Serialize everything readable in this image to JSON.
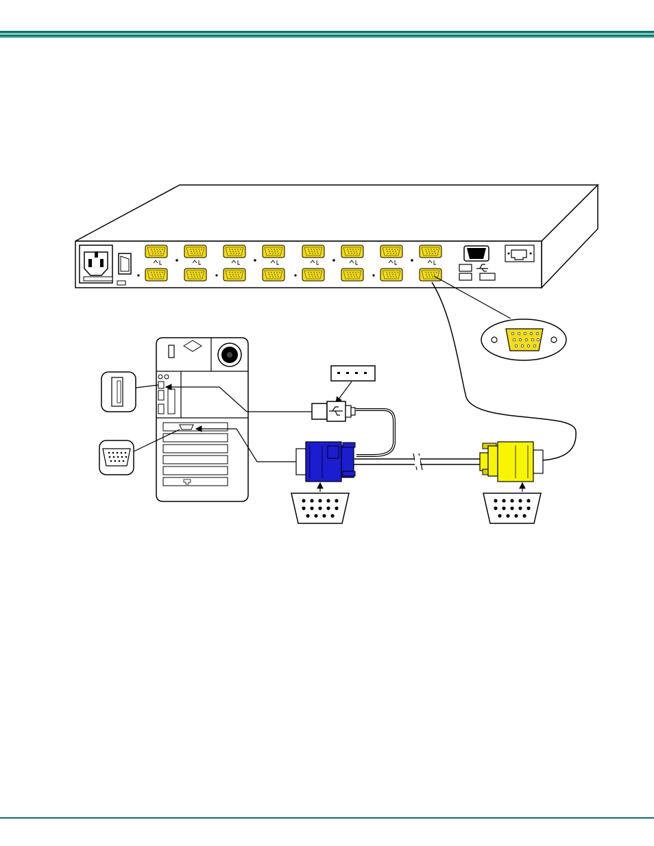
{
  "page": {
    "header_rule_colors": [
      "#0f6f6a",
      "#7fc7c2",
      "#0f6f6a",
      "#3aa39c"
    ],
    "footer_rule_color": "#0f6f6a"
  },
  "diagram": {
    "title": "",
    "colors": {
      "port_yellow": "#f2dc1c",
      "connector_blue": "#1c1cd0",
      "connector_yellow": "#f8f500",
      "line": "#000000"
    },
    "components": [
      {
        "name": "kvm-switch-rear-panel",
        "icon": "kvm-switch-icon"
      },
      {
        "name": "power-inlet",
        "icon": "power-inlet-icon"
      },
      {
        "name": "power-switch",
        "icon": "rocker-switch-icon"
      },
      {
        "name": "cpu-port-bank",
        "icon": "hd15-port-icon",
        "count": 16
      },
      {
        "name": "user-vga-port",
        "icon": "vga-port-icon"
      },
      {
        "name": "usb-ports",
        "icon": "usb-icon"
      },
      {
        "name": "rj45-port",
        "icon": "rj45-icon"
      },
      {
        "name": "computer-tower-rear",
        "icon": "computer-icon"
      },
      {
        "name": "usb-a-plug",
        "icon": "usb-plug-icon"
      },
      {
        "name": "kvm-cable-blue-end",
        "icon": "hd15-male-plug-icon"
      },
      {
        "name": "kvm-cable-yellow-end",
        "icon": "hd15-male-plug-icon"
      }
    ]
  }
}
